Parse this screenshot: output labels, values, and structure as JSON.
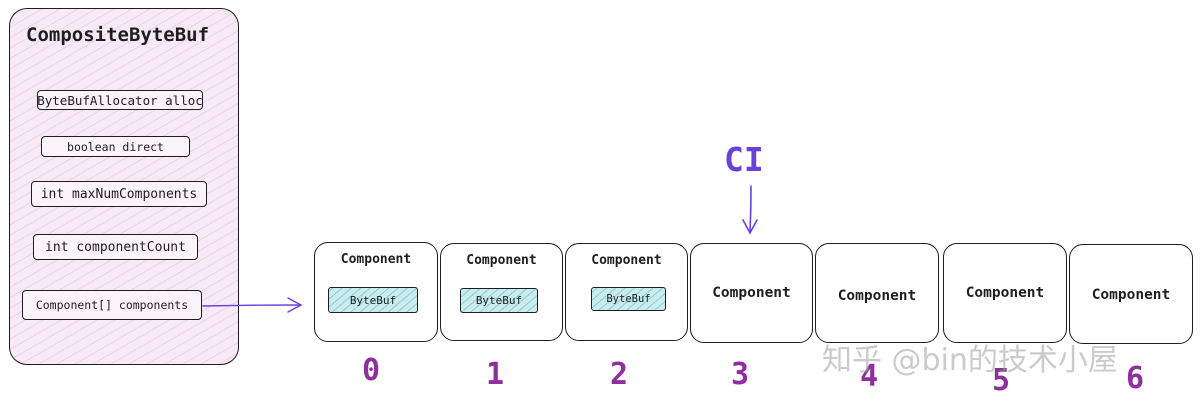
{
  "class_box": {
    "title": "CompositeByteBuf",
    "fields": [
      "ByteBufAllocator alloc",
      "boolean direct",
      "int maxNumComponents",
      "int componentCount",
      "Component[] components"
    ]
  },
  "pointer_label": "CI",
  "components": [
    {
      "label": "Component",
      "inner": "ByteBuf",
      "index": "0"
    },
    {
      "label": "Component",
      "inner": "ByteBuf",
      "index": "1"
    },
    {
      "label": "Component",
      "inner": "ByteBuf",
      "index": "2"
    },
    {
      "label": "Component",
      "index": "3"
    },
    {
      "label": "Component",
      "index": "4"
    },
    {
      "label": "Component",
      "index": "5"
    },
    {
      "label": "Component",
      "index": "6"
    }
  ],
  "watermark": "知乎 @bin的技术小屋",
  "colors": {
    "panel_fill": "#f8e9f6",
    "bytebuf_fill": "#c9ecef",
    "index_color": "#8f2f9e",
    "pointer_color": "#6741d9"
  }
}
